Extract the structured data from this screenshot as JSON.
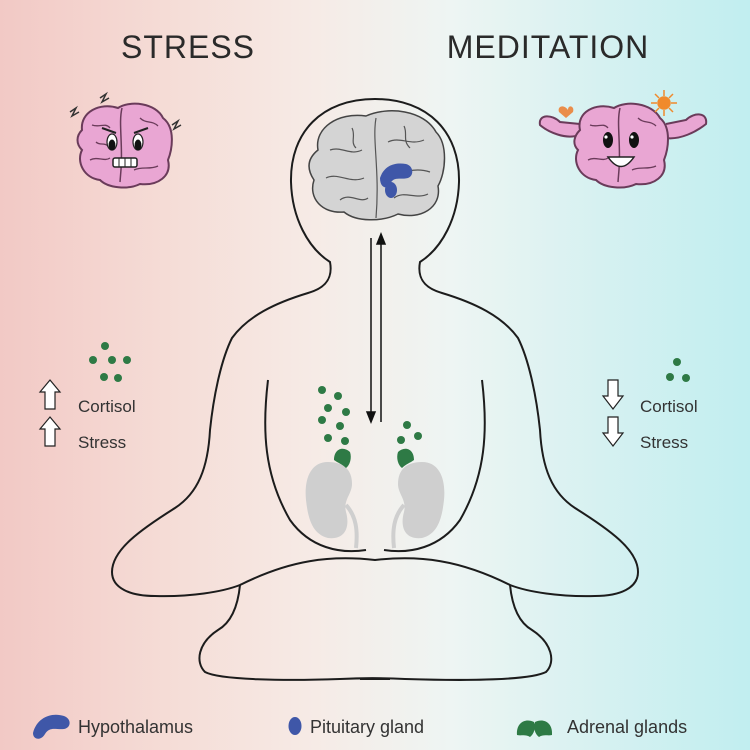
{
  "titles": {
    "left": "STRESS",
    "right": "MEDITATION"
  },
  "left_side": {
    "trend": "increase",
    "items": [
      "Cortisol",
      "Stress"
    ]
  },
  "right_side": {
    "trend": "decrease",
    "items": [
      "Cortisol",
      "Stress"
    ]
  },
  "legend": [
    {
      "label": "Hypothalamus",
      "icon": "hypothalamus-icon",
      "color": "#3f57a8"
    },
    {
      "label": "Pituitary gland",
      "icon": "pituitary-gland-icon",
      "color": "#3f57a8"
    },
    {
      "label": "Adrenal glands",
      "icon": "adrenal-glands-icon",
      "color": "#2e7a45"
    }
  ],
  "colors": {
    "brain_cartoon": "#e9a6d3",
    "brain_real": "#d4d4d4",
    "hormone_dot": "#2e7a45",
    "kidney": "#cfcfcf",
    "sun": "#f08a2c",
    "heart": "#ea8d4a"
  }
}
